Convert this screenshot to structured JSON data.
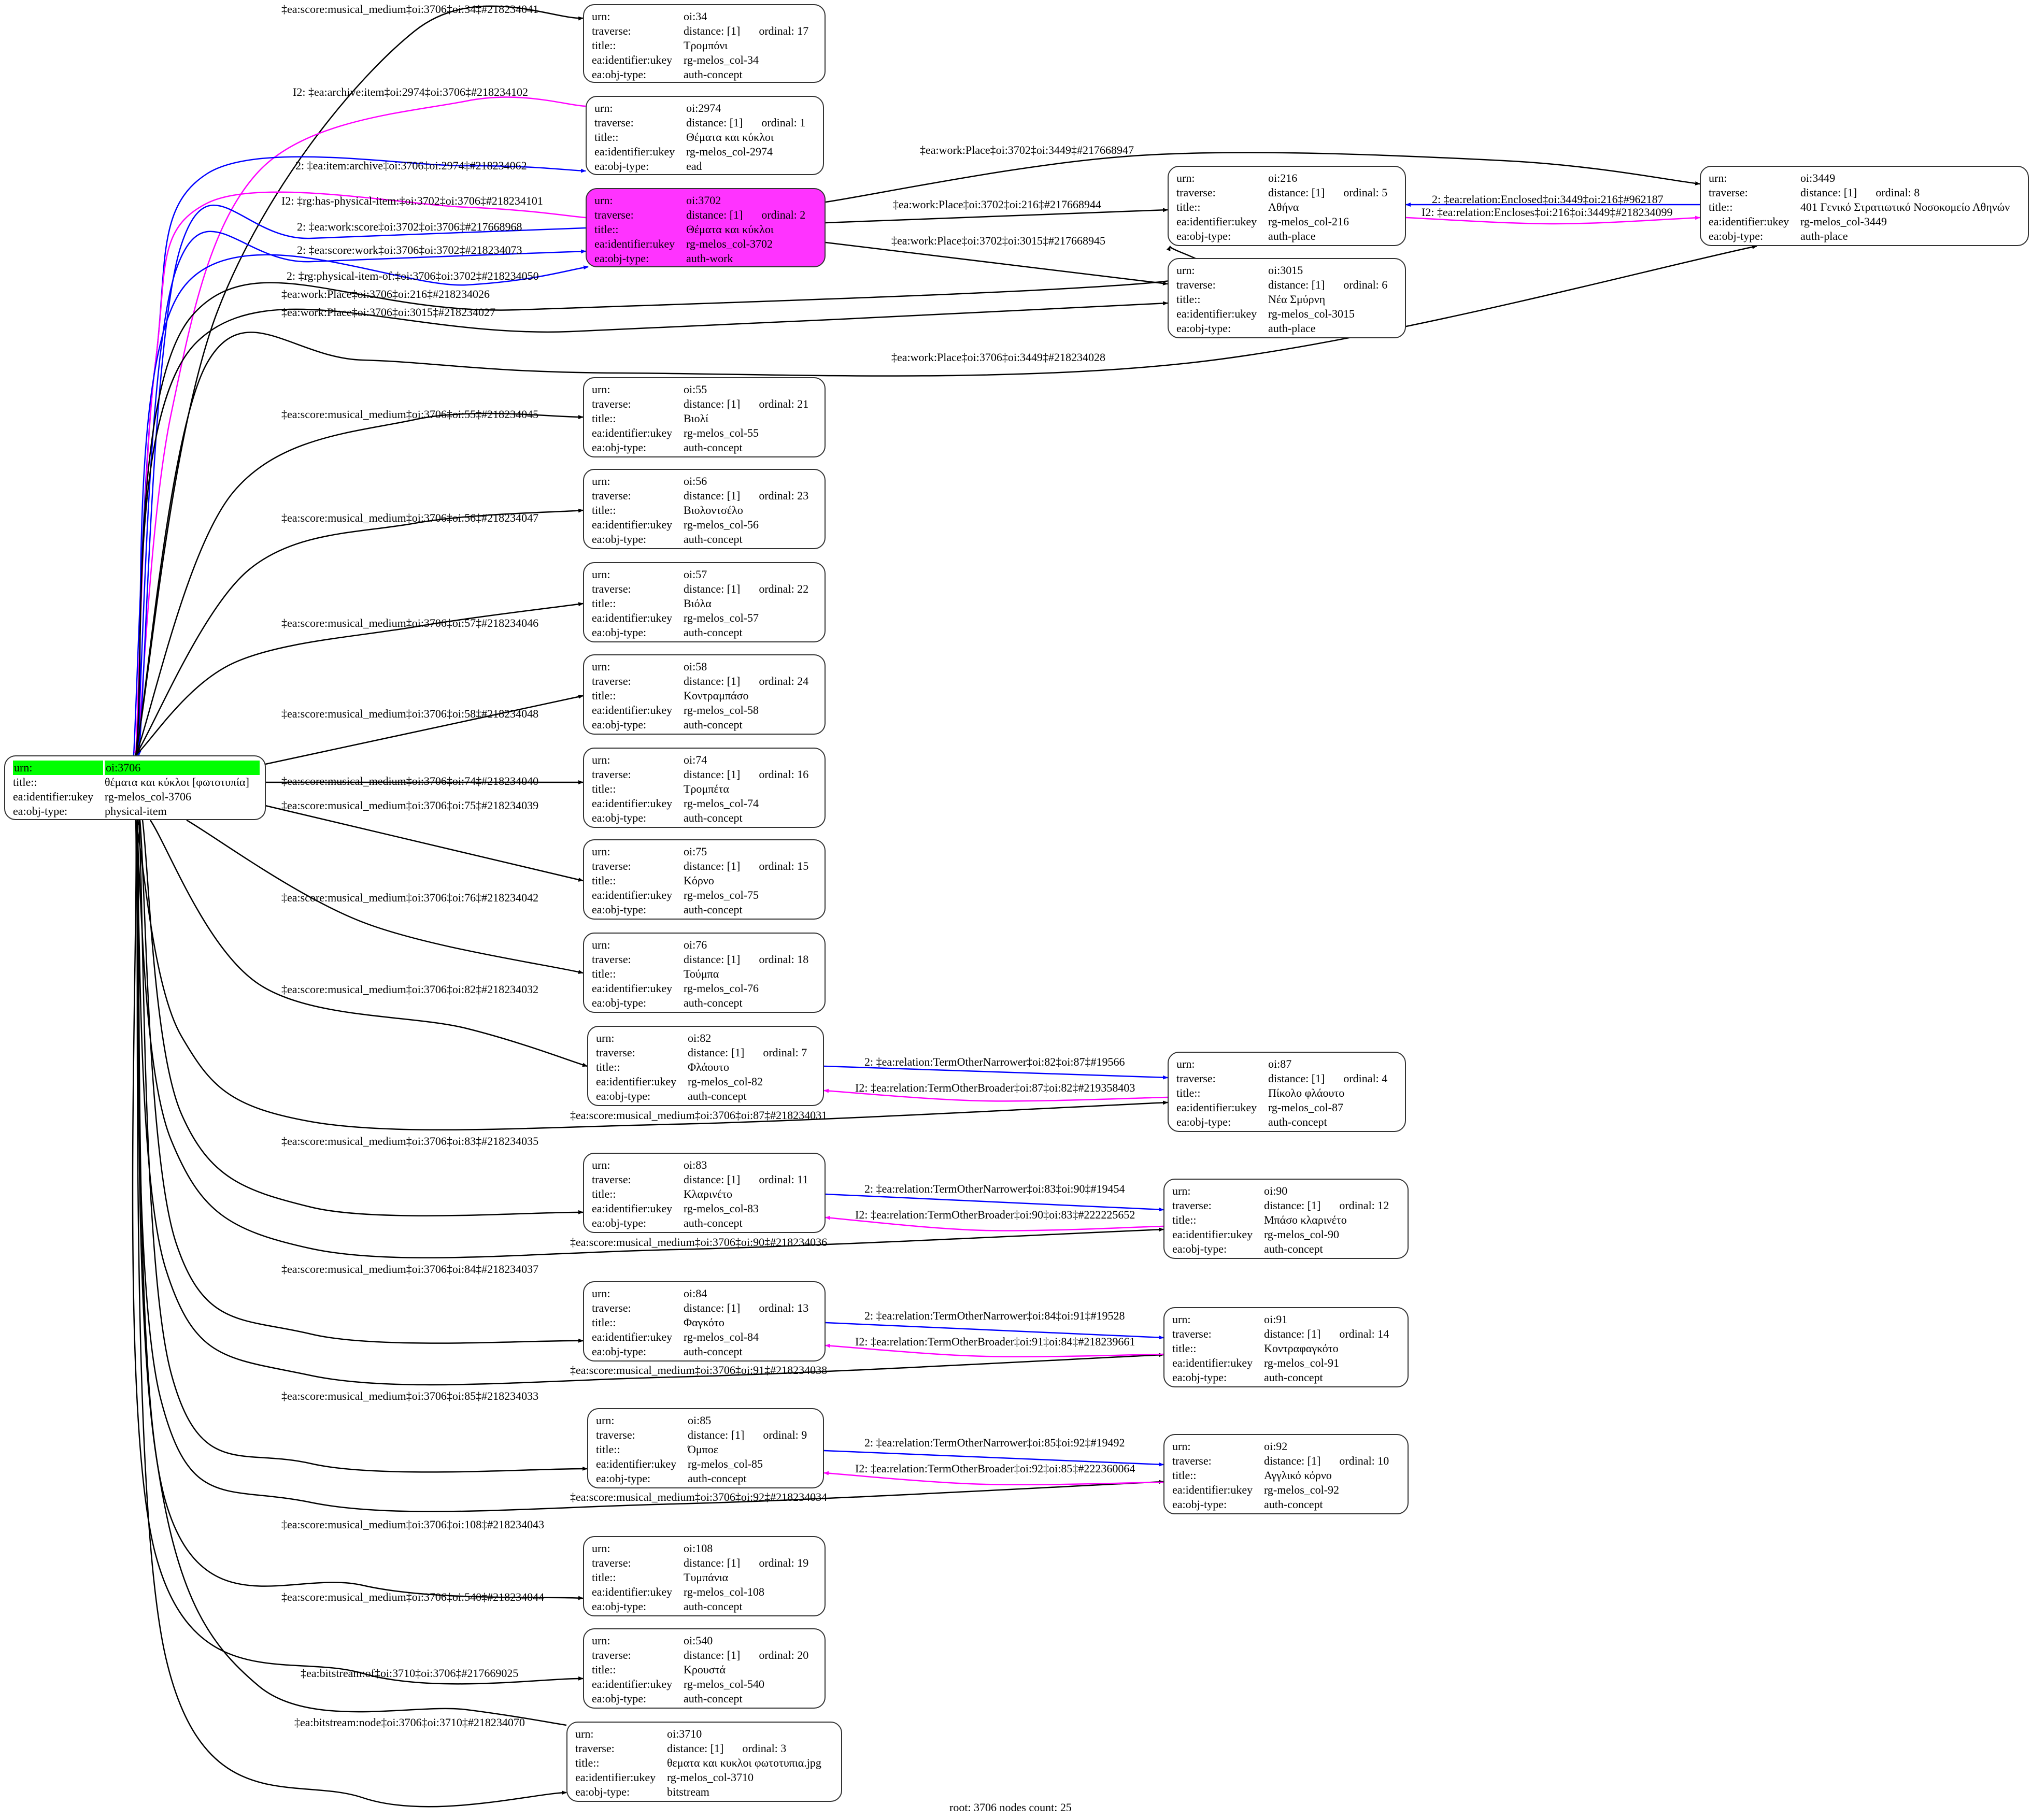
{
  "field_labels": {
    "urn": "urn:",
    "traverse": "traverse:",
    "title": "title::",
    "ukey": "ea:identifier:ukey",
    "obj_type": "ea:obj-type:"
  },
  "colors": {
    "root_highlight": "#00ff00",
    "focus_fill": "#ff33ff",
    "forward_edge": "#0000ff",
    "inverse_edge": "#ff00ff",
    "default_edge": "#000000"
  },
  "nodes": [
    {
      "id": "3706",
      "urn": "oi:3706",
      "title": "θέματα και κύκλοι [φωτοτυπία]",
      "ukey": "rg-melos_col-3706",
      "obj_type": "physical-item",
      "root": true
    },
    {
      "id": "34",
      "urn": "oi:34",
      "distance": "distance: [1]",
      "ordinal": "ordinal: 17",
      "title": "Τρομπόνι",
      "ukey": "rg-melos_col-34",
      "obj_type": "auth-concept"
    },
    {
      "id": "2974",
      "urn": "oi:2974",
      "distance": "distance: [1]",
      "ordinal": "ordinal: 1",
      "title": "Θέματα και κύκλοι",
      "ukey": "rg-melos_col-2974",
      "obj_type": "ead"
    },
    {
      "id": "3702",
      "urn": "oi:3702",
      "distance": "distance: [1]",
      "ordinal": "ordinal: 2",
      "title": "Θέματα και κύκλοι",
      "ukey": "rg-melos_col-3702",
      "obj_type": "auth-work",
      "highlight": true
    },
    {
      "id": "216",
      "urn": "oi:216",
      "distance": "distance: [1]",
      "ordinal": "ordinal: 5",
      "title": "Αθήνα",
      "ukey": "rg-melos_col-216",
      "obj_type": "auth-place"
    },
    {
      "id": "3015",
      "urn": "oi:3015",
      "distance": "distance: [1]",
      "ordinal": "ordinal: 6",
      "title": "Νέα Σμύρνη",
      "ukey": "rg-melos_col-3015",
      "obj_type": "auth-place"
    },
    {
      "id": "3449",
      "urn": "oi:3449",
      "distance": "distance: [1]",
      "ordinal": "ordinal: 8",
      "title": "401 Γενικό Στρατιωτικό Νοσοκομείο Αθηνών",
      "ukey": "rg-melos_col-3449",
      "obj_type": "auth-place"
    },
    {
      "id": "55",
      "urn": "oi:55",
      "distance": "distance: [1]",
      "ordinal": "ordinal: 21",
      "title": "Βιολί",
      "ukey": "rg-melos_col-55",
      "obj_type": "auth-concept"
    },
    {
      "id": "56",
      "urn": "oi:56",
      "distance": "distance: [1]",
      "ordinal": "ordinal: 23",
      "title": "Βιολοντσέλο",
      "ukey": "rg-melos_col-56",
      "obj_type": "auth-concept"
    },
    {
      "id": "57",
      "urn": "oi:57",
      "distance": "distance: [1]",
      "ordinal": "ordinal: 22",
      "title": "Βιόλα",
      "ukey": "rg-melos_col-57",
      "obj_type": "auth-concept"
    },
    {
      "id": "58",
      "urn": "oi:58",
      "distance": "distance: [1]",
      "ordinal": "ordinal: 24",
      "title": "Κοντραμπάσο",
      "ukey": "rg-melos_col-58",
      "obj_type": "auth-concept"
    },
    {
      "id": "74",
      "urn": "oi:74",
      "distance": "distance: [1]",
      "ordinal": "ordinal: 16",
      "title": "Τρομπέτα",
      "ukey": "rg-melos_col-74",
      "obj_type": "auth-concept"
    },
    {
      "id": "75",
      "urn": "oi:75",
      "distance": "distance: [1]",
      "ordinal": "ordinal: 15",
      "title": "Κόρνο",
      "ukey": "rg-melos_col-75",
      "obj_type": "auth-concept"
    },
    {
      "id": "76",
      "urn": "oi:76",
      "distance": "distance: [1]",
      "ordinal": "ordinal: 18",
      "title": "Τούμπα",
      "ukey": "rg-melos_col-76",
      "obj_type": "auth-concept"
    },
    {
      "id": "82",
      "urn": "oi:82",
      "distance": "distance: [1]",
      "ordinal": "ordinal: 7",
      "title": "Φλάουτο",
      "ukey": "rg-melos_col-82",
      "obj_type": "auth-concept"
    },
    {
      "id": "87",
      "urn": "oi:87",
      "distance": "distance: [1]",
      "ordinal": "ordinal: 4",
      "title": "Πίκολο φλάουτο",
      "ukey": "rg-melos_col-87",
      "obj_type": "auth-concept"
    },
    {
      "id": "83",
      "urn": "oi:83",
      "distance": "distance: [1]",
      "ordinal": "ordinal: 11",
      "title": "Κλαρινέτο",
      "ukey": "rg-melos_col-83",
      "obj_type": "auth-concept"
    },
    {
      "id": "90",
      "urn": "oi:90",
      "distance": "distance: [1]",
      "ordinal": "ordinal: 12",
      "title": "Μπάσο κλαρινέτο",
      "ukey": "rg-melos_col-90",
      "obj_type": "auth-concept"
    },
    {
      "id": "84",
      "urn": "oi:84",
      "distance": "distance: [1]",
      "ordinal": "ordinal: 13",
      "title": "Φαγκότο",
      "ukey": "rg-melos_col-84",
      "obj_type": "auth-concept"
    },
    {
      "id": "91",
      "urn": "oi:91",
      "distance": "distance: [1]",
      "ordinal": "ordinal: 14",
      "title": "Κοντραφαγκότο",
      "ukey": "rg-melos_col-91",
      "obj_type": "auth-concept"
    },
    {
      "id": "85",
      "urn": "oi:85",
      "distance": "distance: [1]",
      "ordinal": "ordinal: 9",
      "title": "Όμποε",
      "ukey": "rg-melos_col-85",
      "obj_type": "auth-concept"
    },
    {
      "id": "92",
      "urn": "oi:92",
      "distance": "distance: [1]",
      "ordinal": "ordinal: 10",
      "title": "Αγγλικό κόρνο",
      "ukey": "rg-melos_col-92",
      "obj_type": "auth-concept"
    },
    {
      "id": "108",
      "urn": "oi:108",
      "distance": "distance: [1]",
      "ordinal": "ordinal: 19",
      "title": "Τυμπάνια",
      "ukey": "rg-melos_col-108",
      "obj_type": "auth-concept"
    },
    {
      "id": "540",
      "urn": "oi:540",
      "distance": "distance: [1]",
      "ordinal": "ordinal: 20",
      "title": "Κρουστά",
      "ukey": "rg-melos_col-540",
      "obj_type": "auth-concept"
    },
    {
      "id": "3710",
      "urn": "oi:3710",
      "distance": "distance: [1]",
      "ordinal": "ordinal: 3",
      "title": "θεματα και κυκλοι φωτοτυπια.jpg",
      "ukey": "rg-melos_col-3710",
      "obj_type": "bitstream"
    }
  ],
  "edges": [
    {
      "from": "3706",
      "to": "34",
      "kind": "default",
      "label": "‡ea:score:musical_medium‡oi:3706‡oi:34‡#218234041"
    },
    {
      "from": "2974",
      "to": "3706",
      "kind": "inverse",
      "label": "I2: ‡ea:archive:item‡oi:2974‡oi:3706‡#218234102"
    },
    {
      "from": "3706",
      "to": "2974",
      "kind": "forward",
      "label": "2: ‡ea:item:archive‡oi:3706‡oi:2974‡#218234062"
    },
    {
      "from": "3702",
      "to": "3706",
      "kind": "inverse",
      "label": "I2: ‡rg:has-physical-item:‡oi:3702‡oi:3706‡#218234101"
    },
    {
      "from": "3702",
      "to": "3706",
      "kind": "forward",
      "label": "2: ‡ea:work:score‡oi:3702‡oi:3706‡#217668968"
    },
    {
      "from": "3706",
      "to": "3702",
      "kind": "forward",
      "label": "2: ‡ea:score:work‡oi:3706‡oi:3702‡#218234073"
    },
    {
      "from": "3706",
      "to": "3702",
      "kind": "forward",
      "label": "2: ‡rg:physical-item-of:‡oi:3706‡oi:3702‡#218234050"
    },
    {
      "from": "3706",
      "to": "216",
      "kind": "default",
      "label": "‡ea:work:Place‡oi:3706‡oi:216‡#218234026"
    },
    {
      "from": "3706",
      "to": "3015",
      "kind": "default",
      "label": "‡ea:work:Place‡oi:3706‡oi:3015‡#218234027"
    },
    {
      "from": "3706",
      "to": "3449",
      "kind": "default",
      "label": "‡ea:work:Place‡oi:3706‡oi:3449‡#218234028"
    },
    {
      "from": "3702",
      "to": "3449",
      "kind": "default",
      "label": "‡ea:work:Place‡oi:3702‡oi:3449‡#217668947"
    },
    {
      "from": "3702",
      "to": "216",
      "kind": "default",
      "label": "‡ea:work:Place‡oi:3702‡oi:216‡#217668944"
    },
    {
      "from": "3702",
      "to": "3015",
      "kind": "default",
      "label": "‡ea:work:Place‡oi:3702‡oi:3015‡#217668945"
    },
    {
      "from": "3449",
      "to": "216",
      "kind": "forward",
      "label": "2: ‡ea:relation:Enclosed‡oi:3449‡oi:216‡#962187"
    },
    {
      "from": "216",
      "to": "3449",
      "kind": "inverse",
      "label": "I2: ‡ea:relation:Encloses‡oi:216‡oi:3449‡#218234099"
    },
    {
      "from": "3706",
      "to": "55",
      "kind": "default",
      "label": "‡ea:score:musical_medium‡oi:3706‡oi:55‡#218234045"
    },
    {
      "from": "3706",
      "to": "56",
      "kind": "default",
      "label": "‡ea:score:musical_medium‡oi:3706‡oi:56‡#218234047"
    },
    {
      "from": "3706",
      "to": "57",
      "kind": "default",
      "label": "‡ea:score:musical_medium‡oi:3706‡oi:57‡#218234046"
    },
    {
      "from": "3706",
      "to": "58",
      "kind": "default",
      "label": "‡ea:score:musical_medium‡oi:3706‡oi:58‡#218234048"
    },
    {
      "from": "3706",
      "to": "74",
      "kind": "default",
      "label": "‡ea:score:musical_medium‡oi:3706‡oi:74‡#218234040"
    },
    {
      "from": "3706",
      "to": "75",
      "kind": "default",
      "label": "‡ea:score:musical_medium‡oi:3706‡oi:75‡#218234039"
    },
    {
      "from": "3706",
      "to": "76",
      "kind": "default",
      "label": "‡ea:score:musical_medium‡oi:3706‡oi:76‡#218234042"
    },
    {
      "from": "3706",
      "to": "82",
      "kind": "default",
      "label": "‡ea:score:musical_medium‡oi:3706‡oi:82‡#218234032"
    },
    {
      "from": "3706",
      "to": "87",
      "kind": "default",
      "label": "‡ea:score:musical_medium‡oi:3706‡oi:87‡#218234031"
    },
    {
      "from": "3706",
      "to": "83",
      "kind": "default",
      "label": "‡ea:score:musical_medium‡oi:3706‡oi:83‡#218234035"
    },
    {
      "from": "3706",
      "to": "90",
      "kind": "default",
      "label": "‡ea:score:musical_medium‡oi:3706‡oi:90‡#218234036"
    },
    {
      "from": "3706",
      "to": "84",
      "kind": "default",
      "label": "‡ea:score:musical_medium‡oi:3706‡oi:84‡#218234037"
    },
    {
      "from": "3706",
      "to": "91",
      "kind": "default",
      "label": "‡ea:score:musical_medium‡oi:3706‡oi:91‡#218234038"
    },
    {
      "from": "3706",
      "to": "85",
      "kind": "default",
      "label": "‡ea:score:musical_medium‡oi:3706‡oi:85‡#218234033"
    },
    {
      "from": "3706",
      "to": "92",
      "kind": "default",
      "label": "‡ea:score:musical_medium‡oi:3706‡oi:92‡#218234034"
    },
    {
      "from": "3706",
      "to": "108",
      "kind": "default",
      "label": "‡ea:score:musical_medium‡oi:3706‡oi:108‡#218234043"
    },
    {
      "from": "3706",
      "to": "540",
      "kind": "default",
      "label": "‡ea:score:musical_medium‡oi:3706‡oi:540‡#218234044"
    },
    {
      "from": "3710",
      "to": "3706",
      "kind": "default",
      "label": "‡ea:bitstream:of‡oi:3710‡oi:3706‡#217669025"
    },
    {
      "from": "3706",
      "to": "3710",
      "kind": "default",
      "label": "‡ea:bitstream:node‡oi:3706‡oi:3710‡#218234070"
    },
    {
      "from": "82",
      "to": "87",
      "kind": "forward",
      "label": "2: ‡ea:relation:TermOtherNarrower‡oi:82‡oi:87‡#19566"
    },
    {
      "from": "87",
      "to": "82",
      "kind": "inverse",
      "label": "I2: ‡ea:relation:TermOtherBroader‡oi:87‡oi:82‡#219358403"
    },
    {
      "from": "83",
      "to": "90",
      "kind": "forward",
      "label": "2: ‡ea:relation:TermOtherNarrower‡oi:83‡oi:90‡#19454"
    },
    {
      "from": "90",
      "to": "83",
      "kind": "inverse",
      "label": "I2: ‡ea:relation:TermOtherBroader‡oi:90‡oi:83‡#222225652"
    },
    {
      "from": "84",
      "to": "91",
      "kind": "forward",
      "label": "2: ‡ea:relation:TermOtherNarrower‡oi:84‡oi:91‡#19528"
    },
    {
      "from": "91",
      "to": "84",
      "kind": "inverse",
      "label": "I2: ‡ea:relation:TermOtherBroader‡oi:91‡oi:84‡#218239661"
    },
    {
      "from": "85",
      "to": "92",
      "kind": "forward",
      "label": "2: ‡ea:relation:TermOtherNarrower‡oi:85‡oi:92‡#19492"
    },
    {
      "from": "92",
      "to": "85",
      "kind": "inverse",
      "label": "I2: ‡ea:relation:TermOtherBroader‡oi:92‡oi:85‡#222360064"
    }
  ],
  "footer": "root: 3706 nodes count: 25"
}
